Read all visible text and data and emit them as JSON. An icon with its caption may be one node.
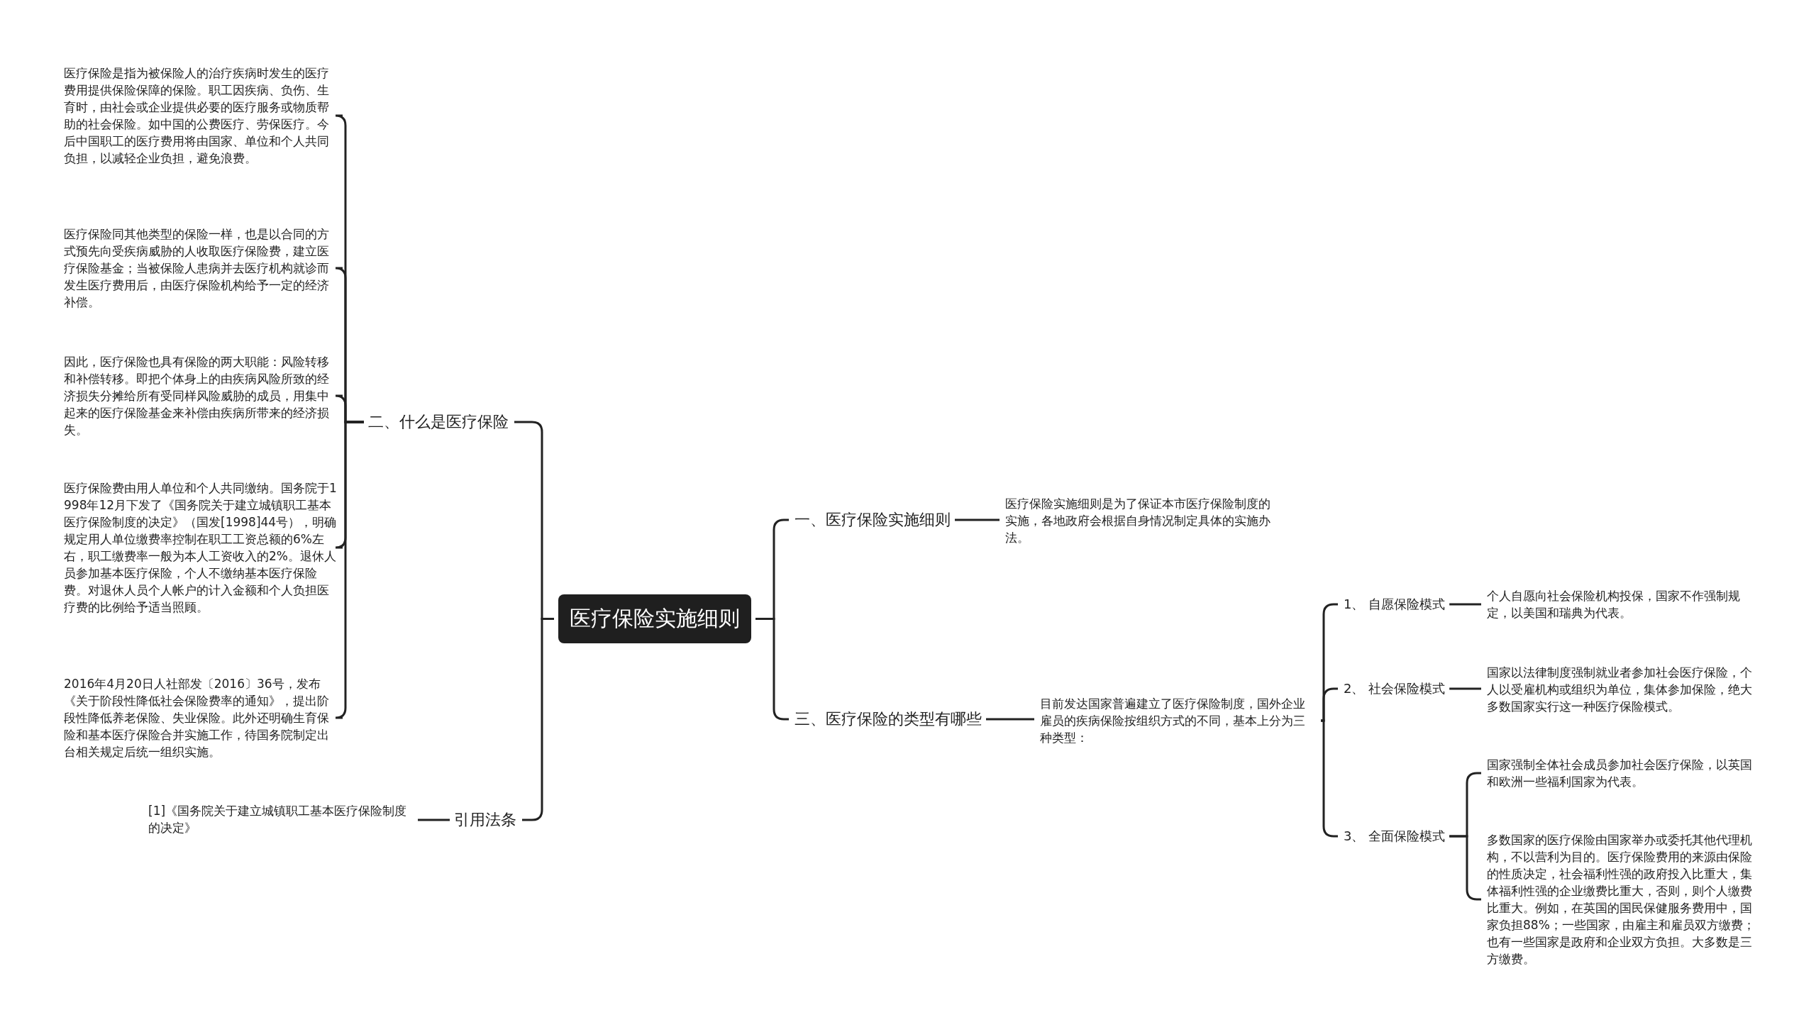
{
  "diagram": {
    "nodes": [
      {
        "text": [
          "医疗保险实施细则"
        ]
      },
      {
        "text": [
          "一、医疗保险实施细则"
        ]
      },
      {
        "text": [
          "医疗保险实施细则是为了保证本市医疗保险制度的实施，各地政府会根据自身情况制定具体的实施办法。"
        ]
      },
      {
        "text": [
          "三、医疗保险的类型有哪些"
        ]
      },
      {
        "text": [
          "目前发达国家普遍建立了医疗保险制度，国外企业雇员的疾病保险按组织方式的不同，基本上分为三种类型："
        ]
      },
      {
        "text": [
          "1、 自愿保险模式"
        ]
      },
      {
        "text": [
          "个人自愿向社会保险机构投保，国家不作强制规定，以美国和瑞典为代表。"
        ]
      },
      {
        "text": [
          "2、 社会保险模式"
        ]
      },
      {
        "text": [
          "国家以法律制度强制就业者参加社会医疗保险，个人以受雇机构或组织为单位，集体参加保险，绝大多数国家实行这一种医疗保险模式。"
        ]
      },
      {
        "text": [
          "3、 全面保险模式"
        ]
      },
      {
        "text": [
          "国家强制全体社会成员参加社会医疗保险，以英国和欧洲一些福利国家为代表。"
        ]
      },
      {
        "text": [
          "多数国家的医疗保险由国家举办或委托其他代理机构，不以营利为目的。医疗保险费用的来源由保险的性质决定，社会福利性强的政府投入比重大，集体福利性强的企业缴费比重大，否则，则个人缴费比重大。例如，在英国的国民保健服务费用中，国家负担88%；一些国家，由雇主和雇员双方缴费；也有一些国家是政府和企业双方负担。大多数是三方缴费。"
        ]
      },
      {
        "text": [
          "二、什么是医疗保险"
        ]
      },
      {
        "text": [
          "医疗保险是指为被保险人的治疗疾病时发生的医疗费用提供保险保障的保险。职工因疾病、负伤、生育时，由社会或企业提供必要的医疗服务或物质帮助的社会保险。如中国的公费医疗、劳保医疗。今后中国职工的医疗费用将由国家、单位和个人共同负担，以减轻企业负担，避免浪费。"
        ]
      },
      {
        "text": [
          "医疗保险同其他类型的保险一样，也是以合同的方式预先向受疾病威胁的人收取医疗保险费，建立医疗保险基金；当被保险人患病并去医疗机构就诊而发生医疗费用后，由医疗保险机构给予一定的经济补偿。"
        ]
      },
      {
        "text": [
          "因此，医疗保险也具有保险的两大职能：风险转移和补偿转移。即把个体身上的由疾病风险所致的经济损失分摊给所有受同样风险威胁的成员，用集中起来的医疗保险基金来补偿由疾病所带来的经济损失。"
        ]
      },
      {
        "text": [
          "医疗保险费由用人单位和个人共同缴纳。国务院于1998年12月下发了《国务院关于建立城镇职工基本医疗保险制度的决定》（国发[1998]44号），明确规定用人单位缴费率控制在职工工资总额的6%左右，职工缴费率一般为本人工资收入的2%。退休人员参加基本医疗保险，个人不缴纳基本医疗保险费。对退休人员个人帐户的计入金额和个人负担医疗费的比例给予适当照顾。"
        ]
      },
      {
        "text": [
          "2016年4月20日人社部发〔2016〕36号，发布《关于阶段性降低社会保险费率的通知》，提出阶段性降低养老保险、失业保险。此外还明确生育保险和基本医疗保险合并实施工作，待国务院制定出台相关规定后统一组织实施。"
        ]
      },
      {
        "text": [
          "引用法条"
        ]
      },
      {
        "text": [
          "[1]《国务院关于建立城镇职工基本医疗保险制度的决定》"
        ]
      }
    ],
    "edges": [
      {
        "from": 0,
        "to": 1,
        "arrow": "none"
      },
      {
        "from": 0,
        "to": 3,
        "arrow": "none"
      },
      {
        "from": 0,
        "to": 12,
        "arrow": "none"
      },
      {
        "from": 0,
        "to": 18,
        "arrow": "none"
      },
      {
        "from": 1,
        "to": 2,
        "arrow": "none"
      },
      {
        "from": 3,
        "to": 4,
        "arrow": "none"
      },
      {
        "from": 4,
        "to": 5,
        "arrow": "none"
      },
      {
        "from": 4,
        "to": 7,
        "arrow": "none"
      },
      {
        "from": 4,
        "to": 9,
        "arrow": "none"
      },
      {
        "from": 5,
        "to": 6,
        "arrow": "none"
      },
      {
        "from": 7,
        "to": 8,
        "arrow": "none"
      },
      {
        "from": 9,
        "to": 10,
        "arrow": "none"
      },
      {
        "from": 9,
        "to": 11,
        "arrow": "none"
      },
      {
        "from": 12,
        "to": 13,
        "arrow": "none"
      },
      {
        "from": 12,
        "to": 14,
        "arrow": "none"
      },
      {
        "from": 12,
        "to": 15,
        "arrow": "none"
      },
      {
        "from": 12,
        "to": 16,
        "arrow": "none"
      },
      {
        "from": 12,
        "to": 17,
        "arrow": "none"
      },
      {
        "from": 18,
        "to": 19,
        "arrow": "none"
      }
    ]
  }
}
